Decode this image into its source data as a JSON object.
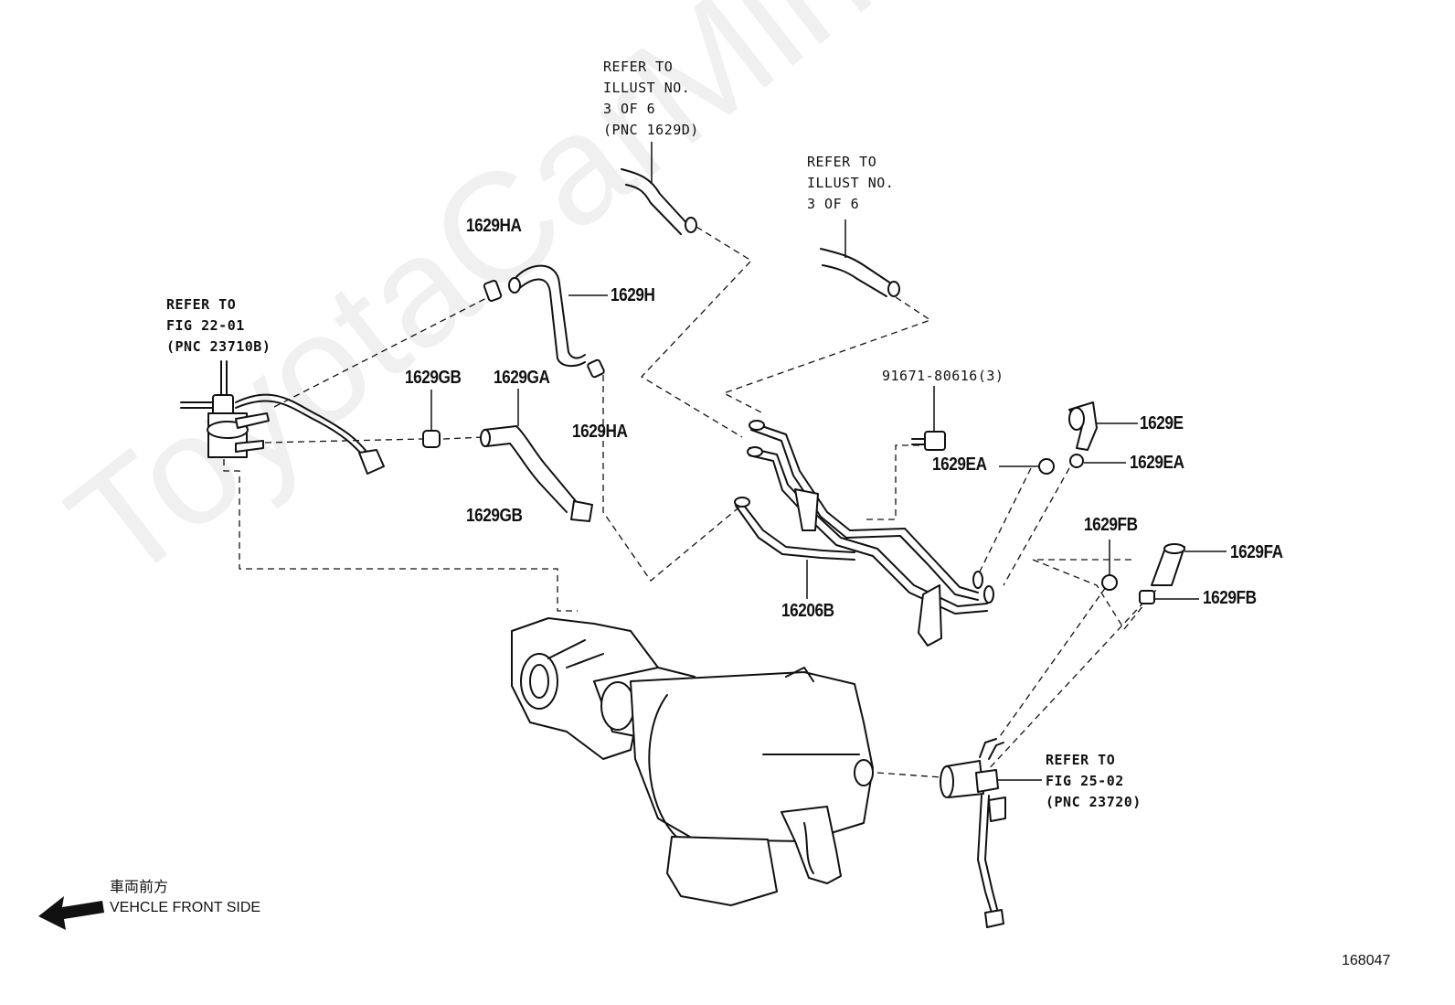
{
  "watermark": "ToyotaCarMine.ru",
  "labels": {
    "p1629HA_top": "1629HA",
    "p1629H": "1629H",
    "p1629GB_left": "1629GB",
    "p1629GA": "1629GA",
    "p1629HA_mid": "1629HA",
    "p1629GB_bottom": "1629GB",
    "p16206B": "16206B",
    "p91671": "91671-80616(3)",
    "p1629E": "1629E",
    "p1629EA_left": "1629EA",
    "p1629EA_right": "1629EA",
    "p1629FB_top": "1629FB",
    "p1629FA": "1629FA",
    "p1629FB_bottom": "1629FB"
  },
  "notes": {
    "refer_fig22": "REFER TO\nFIG 22-01\n(PNC 23710B)",
    "refer_illust_1629D": "REFER TO\nILLUST NO.\n3 OF 6\n(PNC 1629D)",
    "refer_illust": "REFER TO\nILLUST NO.\n3 OF 6",
    "refer_fig25": "REFER TO\nFIG 25-02\n(PNC 23720)"
  },
  "direction": {
    "japanese": "車両前方",
    "english": "VEHCLE FRONT SIDE"
  },
  "figure_number": "168047",
  "icons": {
    "direction_arrow": "arrow-left-icon"
  }
}
